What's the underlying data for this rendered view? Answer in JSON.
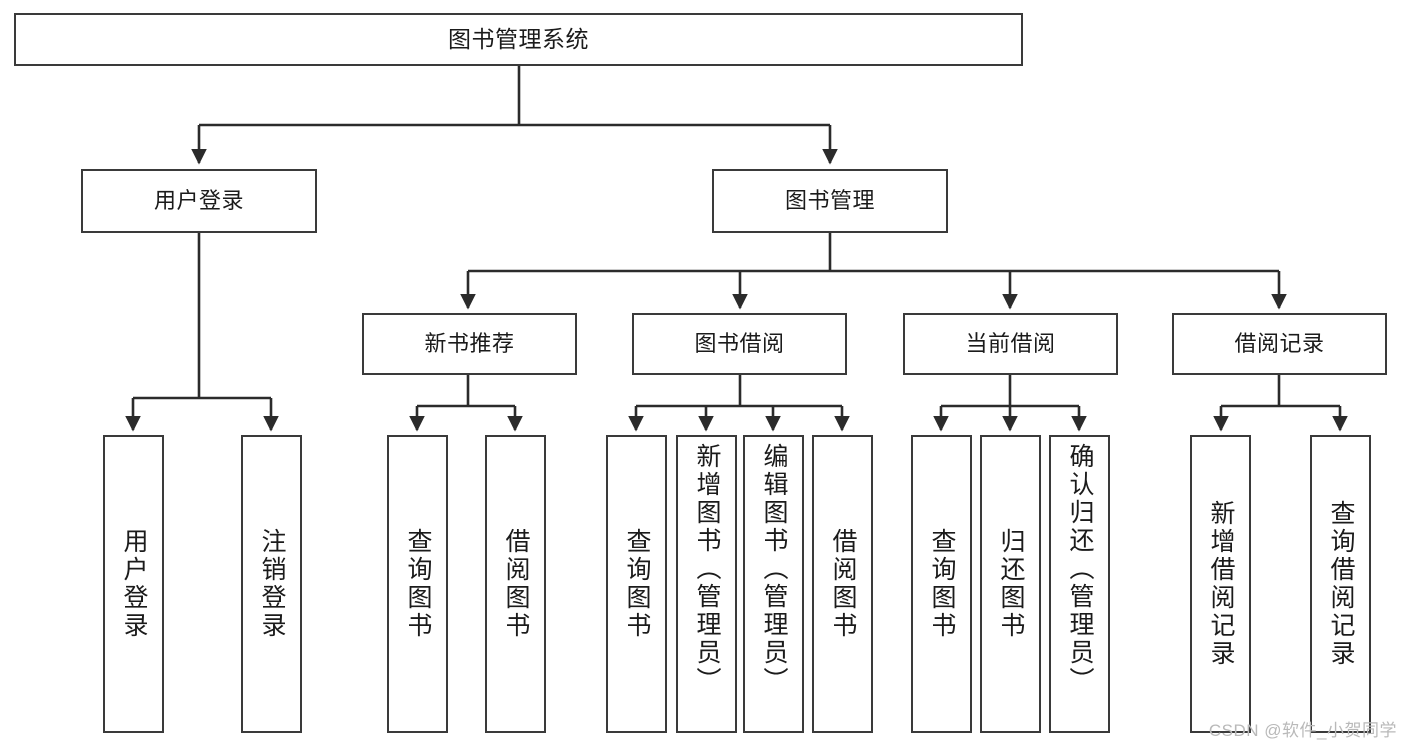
{
  "diagram": {
    "title": "图书管理系统",
    "type": "tree-hierarchy-diagram",
    "watermark": "CSDN @软件_小贺同学",
    "colors": {
      "box_border": "#3a3a3a",
      "box_fill": "#ffffff",
      "edge": "#2b2b2b",
      "text": "#1b1b1b",
      "background": "#ffffff",
      "watermark": "#b9b9b9"
    },
    "levels": {
      "root": {
        "label": "图书管理系统"
      },
      "level2": [
        {
          "id": "user-login",
          "label": "用户登录"
        },
        {
          "id": "book-manage",
          "label": "图书管理"
        }
      ],
      "level3": [
        {
          "id": "new-book-rec",
          "label": "新书推荐",
          "parent": "book-manage"
        },
        {
          "id": "book-borrow",
          "label": "图书借阅",
          "parent": "book-manage"
        },
        {
          "id": "current-borrow",
          "label": "当前借阅",
          "parent": "book-manage"
        },
        {
          "id": "borrow-record",
          "label": "借阅记录",
          "parent": "book-manage"
        }
      ],
      "leaves": [
        {
          "id": "leaf-user-login",
          "label": "用户登录",
          "parent": "user-login"
        },
        {
          "id": "leaf-logout",
          "label": "注销登录",
          "parent": "user-login"
        },
        {
          "id": "leaf-query-book-1",
          "label": "查询图书",
          "parent": "new-book-rec"
        },
        {
          "id": "leaf-borrow-book-1",
          "label": "借阅图书",
          "parent": "new-book-rec"
        },
        {
          "id": "leaf-query-book-2",
          "label": "查询图书",
          "parent": "book-borrow"
        },
        {
          "id": "leaf-add-book",
          "label": "新增图书（管理员）",
          "parent": "book-borrow"
        },
        {
          "id": "leaf-edit-book",
          "label": "编辑图书（管理员）",
          "parent": "book-borrow"
        },
        {
          "id": "leaf-borrow-book-2",
          "label": "借阅图书",
          "parent": "book-borrow"
        },
        {
          "id": "leaf-query-book-3",
          "label": "查询图书",
          "parent": "current-borrow"
        },
        {
          "id": "leaf-return-book",
          "label": "归还图书",
          "parent": "current-borrow"
        },
        {
          "id": "leaf-confirm-return",
          "label": "确认归还（管理员）",
          "parent": "current-borrow"
        },
        {
          "id": "leaf-add-record",
          "label": "新增借阅记录",
          "parent": "borrow-record"
        },
        {
          "id": "leaf-query-record",
          "label": "查询借阅记录",
          "parent": "borrow-record"
        }
      ]
    }
  }
}
